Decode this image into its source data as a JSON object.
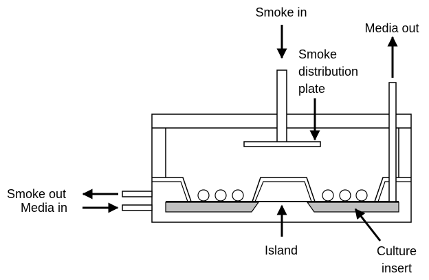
{
  "labels": {
    "smoke_in": "Smoke in",
    "media_out": "Media out",
    "plate_line1": "Smoke",
    "plate_line2": "distribution",
    "plate_line3": "plate",
    "smoke_out": "Smoke out",
    "media_in": "Media in",
    "island": "Island",
    "culture_line1": "Culture",
    "culture_line2": "insert"
  },
  "colors": {
    "line": "#000000",
    "fill_grey": "#c0c0c0",
    "background": "#ffffff"
  }
}
